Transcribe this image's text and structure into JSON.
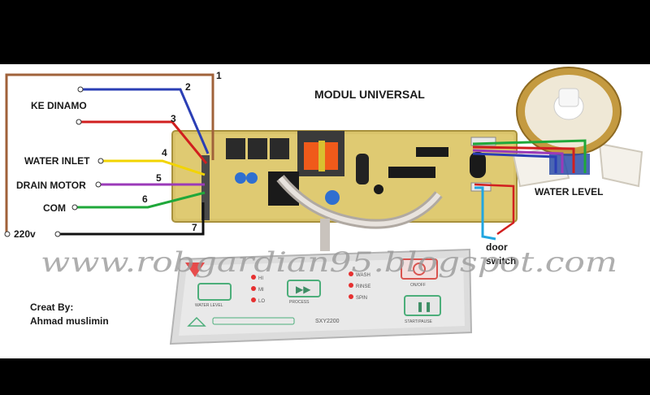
{
  "diagram": {
    "title": "MODUL UNIVERSAL",
    "labels": {
      "ke_dinamo": "KE DINAMO",
      "water_inlet": "WATER INLET",
      "drain_motor": "DRAIN MOTOR",
      "com": "COM",
      "power": "220v",
      "water_level": "WATER LEVEL",
      "door": "door",
      "switch": "switch"
    },
    "wire_numbers": [
      "1",
      "2",
      "3",
      "4",
      "5",
      "6",
      "7"
    ],
    "watermark": "www.robgardian95.blogspot.com",
    "credit": {
      "line1": "Creat By:",
      "line2": "Ahmad muslimin"
    },
    "panel": {
      "model": "SXY2200",
      "on_off": "ON/OFF",
      "start_pause": "START/PAUSE",
      "water_level": "WATER LEVEL",
      "process": "PROCESS",
      "wash": "WASH",
      "rinse": "RINSE",
      "spin": "SPIN",
      "hi": "HI",
      "mi": "MI",
      "lo": "LO"
    },
    "wire_colors": {
      "1": "#a0623a",
      "2": "#2b3fb5",
      "3": "#d11f1f",
      "4": "#f2d400",
      "5": "#9b3ab8",
      "6": "#1fa83a",
      "7": "#111111",
      "door": "#22a6e0"
    }
  }
}
